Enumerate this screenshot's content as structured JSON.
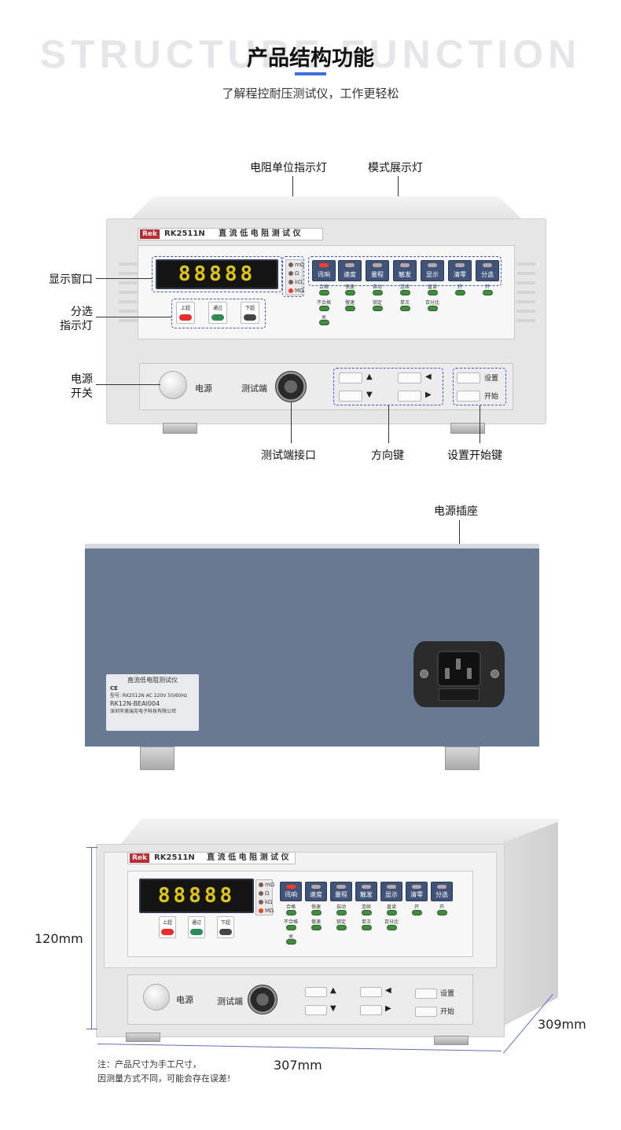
{
  "header": {
    "bg_word": "STRUCTURE FUNCTION",
    "title": "产品结构功能",
    "subtitle": "了解程控耐压测试仪，工作更轻松"
  },
  "front": {
    "model": "RK2511N",
    "product_name": "直 流 低 电 阻 测 试 仪",
    "brand": "Rek",
    "display_text": "88888",
    "units": [
      "mΩ",
      "Ω",
      "kΩ",
      "MΩ"
    ],
    "mode_buttons": [
      "讯响",
      "速度",
      "量程",
      "触发",
      "显示",
      "清零",
      "分选"
    ],
    "upper_labels": [
      "合格",
      "快速",
      "自动",
      "连续",
      "直读",
      "开",
      "开"
    ],
    "lower_labels": [
      "不合格",
      "慢速",
      "锁定",
      "单次",
      "百分比"
    ],
    "off_label": "关",
    "sort_buttons": [
      "上超",
      "通过",
      "下超"
    ],
    "power_label": "电源",
    "port_label": "测试端",
    "set_label": "设置",
    "start_label": "开始",
    "arrow_up": "▲",
    "arrow_down": "▼",
    "arrow_left": "◀",
    "arrow_right": "▶"
  },
  "callouts": {
    "unit_led": "电阻单位指示灯",
    "mode_led": "模式展示灯",
    "display_window": "显示窗口",
    "sort_led_1": "分选",
    "sort_led_2": "指示灯",
    "power_switch_1": "电源",
    "power_switch_2": "开关",
    "test_port": "测试端接口",
    "direction_keys": "方向键",
    "set_start_keys": "设置开始键",
    "power_socket": "电源插座"
  },
  "rear_label": {
    "line1": "直流低电阻测试仪",
    "line2": "CE",
    "line3": "型号: RK2512N  AC  220V  50/60Hz",
    "line4": "RK12N-BEAI004",
    "line5": "深圳市美瑞克电子科技有限公司"
  },
  "dimensions": {
    "height": "120mm",
    "depth": "309mm",
    "width": "307mm"
  },
  "note": {
    "line1": "注：产品尺寸为手工尺寸，",
    "line2": "因测量方式不同，可能会存在误差!"
  },
  "colors": {
    "accent": "#3a6ee8",
    "dash": "#3a5bd6",
    "rear_panel": "#677a92",
    "mode_button": "#3f5478",
    "display_digits": "#e0c800"
  }
}
